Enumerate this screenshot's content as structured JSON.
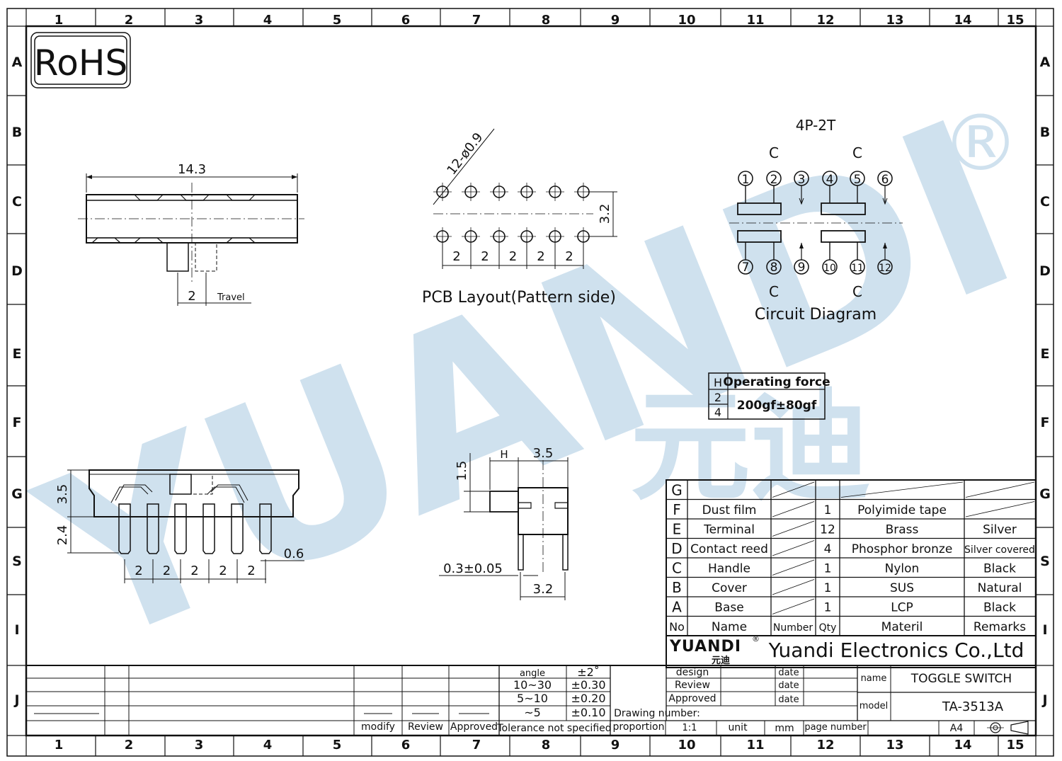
{
  "frame": {
    "cols": [
      "1",
      "2",
      "3",
      "4",
      "5",
      "6",
      "7",
      "8",
      "9",
      "10",
      "11",
      "12",
      "13",
      "14",
      "15"
    ],
    "rows": [
      "A",
      "B",
      "C",
      "D",
      "E",
      "F",
      "G",
      "S",
      "I",
      "J"
    ]
  },
  "watermark": {
    "text": "YUANDI",
    "cn": "元迪",
    "mark": "®",
    "color": "#cfe1ee"
  },
  "rohs": "RoHS",
  "top_view": {
    "width": "14.3",
    "travel_value": "2",
    "travel_label": "Travel"
  },
  "pcb": {
    "hole_spec": "12-ø0.9",
    "row_spacing": "3.2",
    "pitches": [
      "2",
      "2",
      "2",
      "2",
      "2"
    ],
    "title": "PCB  Layout(Pattern  side)"
  },
  "circuit": {
    "title": "4P-2T",
    "common_labels": [
      "C",
      "C",
      "C",
      "C"
    ],
    "pins_top": [
      "1",
      "2",
      "3",
      "4",
      "5",
      "6"
    ],
    "pins_bottom": [
      "7",
      "8",
      "9",
      "10",
      "11",
      "12"
    ],
    "caption": "Circuit  Diagram"
  },
  "force_table": {
    "h_label": "H",
    "header": "Operating force",
    "h_values": [
      "2",
      "4"
    ],
    "value": "200gf±80gf"
  },
  "front_view": {
    "height_body": "3.5",
    "height_pins": "2.4",
    "pitches": [
      "2",
      "2",
      "2",
      "2",
      "2"
    ],
    "pin_width": "0.6"
  },
  "side_view": {
    "h_label": "H",
    "width": "3.5",
    "height": "1.5",
    "pin_tol": "0.3±0.05",
    "pin_span": "3.2"
  },
  "bom": {
    "rows": [
      {
        "no": "G",
        "name": "",
        "number": "",
        "qty": "",
        "material": "",
        "remarks": ""
      },
      {
        "no": "F",
        "name": "Dust film",
        "number": "",
        "qty": "1",
        "material": "Polyimide tape",
        "remarks": ""
      },
      {
        "no": "E",
        "name": "Terminal",
        "number": "",
        "qty": "12",
        "material": "Brass",
        "remarks": "Silver"
      },
      {
        "no": "D",
        "name": "Contact reed",
        "number": "",
        "qty": "4",
        "material": "Phosphor bronze",
        "remarks": "Silver covered"
      },
      {
        "no": "C",
        "name": "Handle",
        "number": "",
        "qty": "1",
        "material": "Nylon",
        "remarks": "Black"
      },
      {
        "no": "B",
        "name": "Cover",
        "number": "",
        "qty": "1",
        "material": "SUS",
        "remarks": "Natural"
      },
      {
        "no": "A",
        "name": "Base",
        "number": "",
        "qty": "1",
        "material": "LCP",
        "remarks": "Black"
      }
    ],
    "header": {
      "no": "No",
      "name": "Name",
      "number": "Number",
      "qty": "Qty",
      "material": "Materil",
      "remarks": "Remarks"
    }
  },
  "company": {
    "logo": "YUANDI",
    "logo_cn": "元迪",
    "name": "Yuandi Electronics Co.,Ltd"
  },
  "title_block": {
    "tolerance": [
      {
        "range": "angle",
        "tol": "±2˚"
      },
      {
        "range": "10~30",
        "tol": "±0.30"
      },
      {
        "range": "5~10",
        "tol": "±0.20"
      },
      {
        "range": "~5",
        "tol": "±0.10"
      }
    ],
    "tolerance_label": "Tolerance not specified",
    "revision_labels": [
      "modify",
      "Review",
      "Approved"
    ],
    "sign_labels": [
      "design",
      "Review",
      "Approved"
    ],
    "date_label": "date",
    "name_label": "name",
    "name_value": "TOGGLE SWITCH",
    "model_label": "model",
    "model_value": "TA-3513A",
    "drawing_number_label": "Drawing number:",
    "proportion_label": "proportion",
    "proportion_value": "1:1",
    "unit_label": "unit",
    "unit_value": "mm",
    "page_number_label": "page number",
    "paper": "A4"
  }
}
